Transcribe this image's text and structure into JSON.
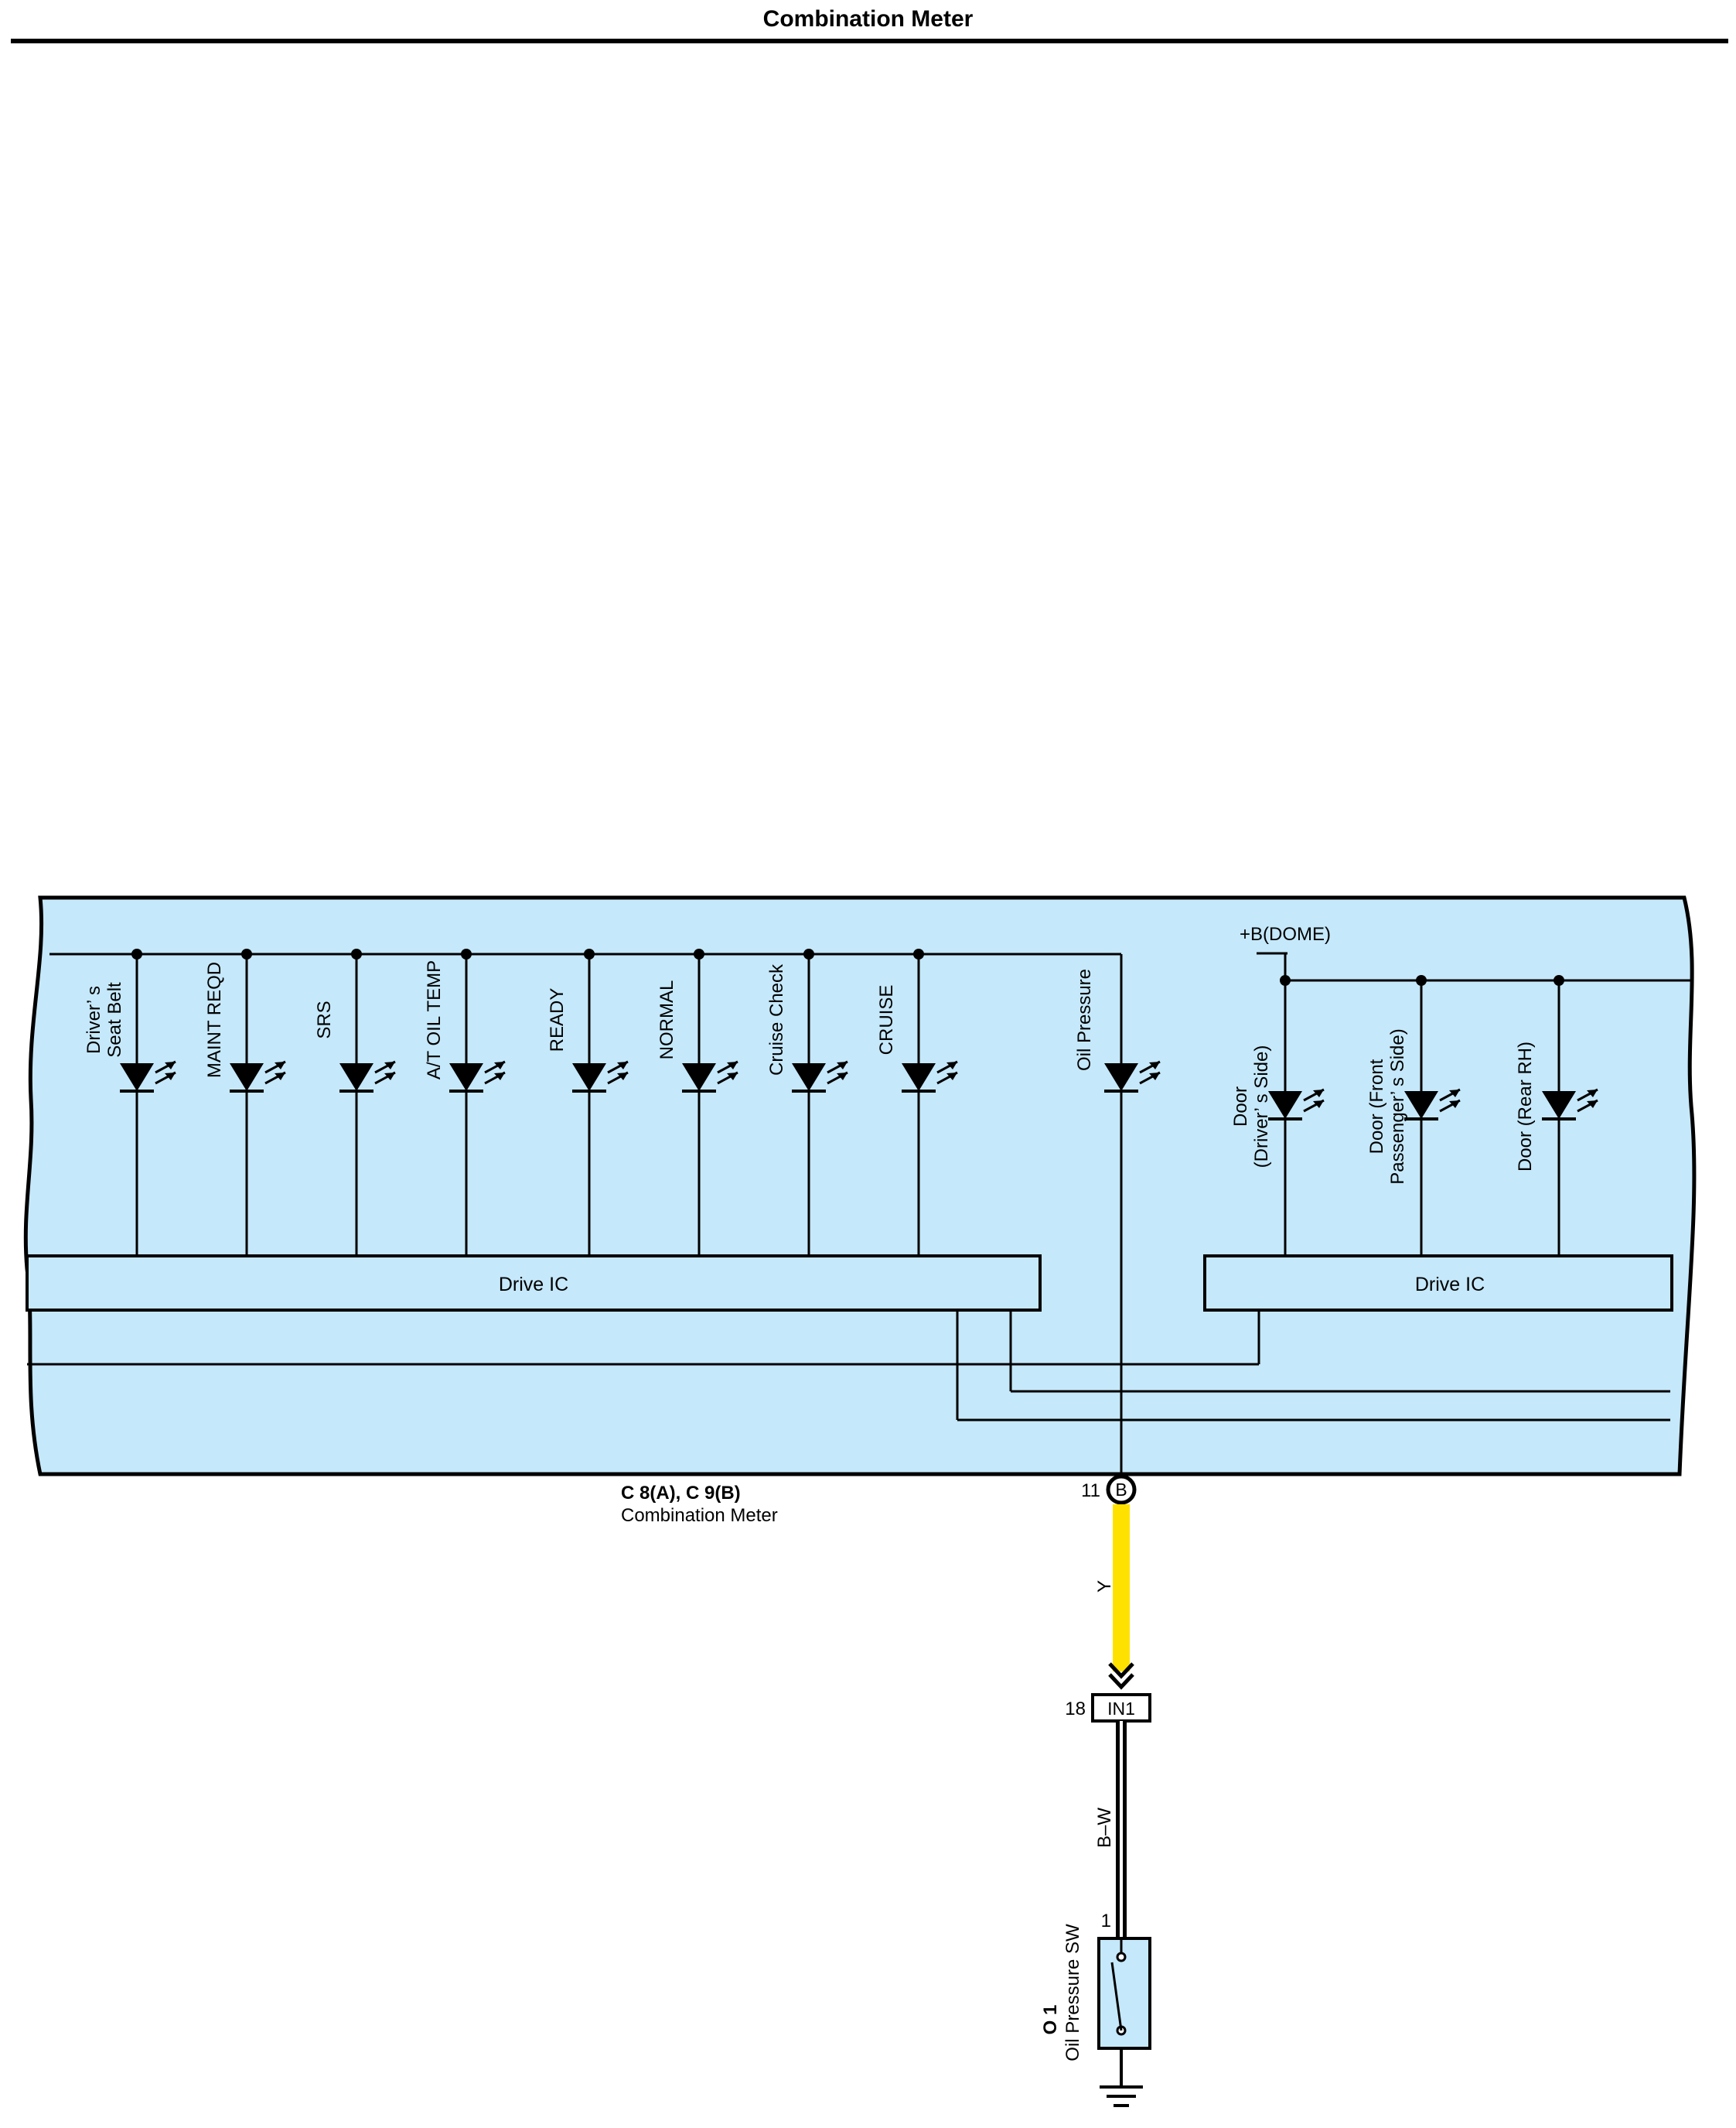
{
  "title": "Combination Meter",
  "meter": {
    "connector_id": "C 8(A), C 9(B)",
    "connector_name": "Combination Meter",
    "pin_number": "11",
    "pin_letter": "B",
    "supply_label": "+B(DOME)",
    "drive_ic_left": "Drive IC",
    "drive_ic_right": "Drive IC"
  },
  "indicators_left": [
    {
      "line1": "Driver’ s",
      "line2": "Seat Belt"
    },
    {
      "line1": "MAINT REQD",
      "line2": ""
    },
    {
      "line1": "SRS",
      "line2": ""
    },
    {
      "line1": "A/T OIL TEMP",
      "line2": ""
    },
    {
      "line1": "READY",
      "line2": ""
    },
    {
      "line1": "NORMAL",
      "line2": ""
    },
    {
      "line1": "Cruise Check",
      "line2": ""
    },
    {
      "line1": "CRUISE",
      "line2": ""
    }
  ],
  "oil_pressure_label": "Oil Pressure",
  "indicators_right": [
    {
      "line1": "Door",
      "line2": "(Driver’ s Side)"
    },
    {
      "line1": "Door (Front",
      "line2": "Passenger’ s Side)"
    },
    {
      "line1": "Door (Rear RH)",
      "line2": ""
    }
  ],
  "wires": {
    "upper_color_code": "Y",
    "upper_color": "#FFE100",
    "lower_color_code": "B–W",
    "lower_color": "#000000"
  },
  "junction": {
    "pin": "18",
    "label": "IN1"
  },
  "oil_switch": {
    "pin": "1",
    "id": "O 1",
    "name": "Oil Pressure SW"
  },
  "colors": {
    "meter_fill": "#C5E8FA",
    "outline": "#000000"
  }
}
